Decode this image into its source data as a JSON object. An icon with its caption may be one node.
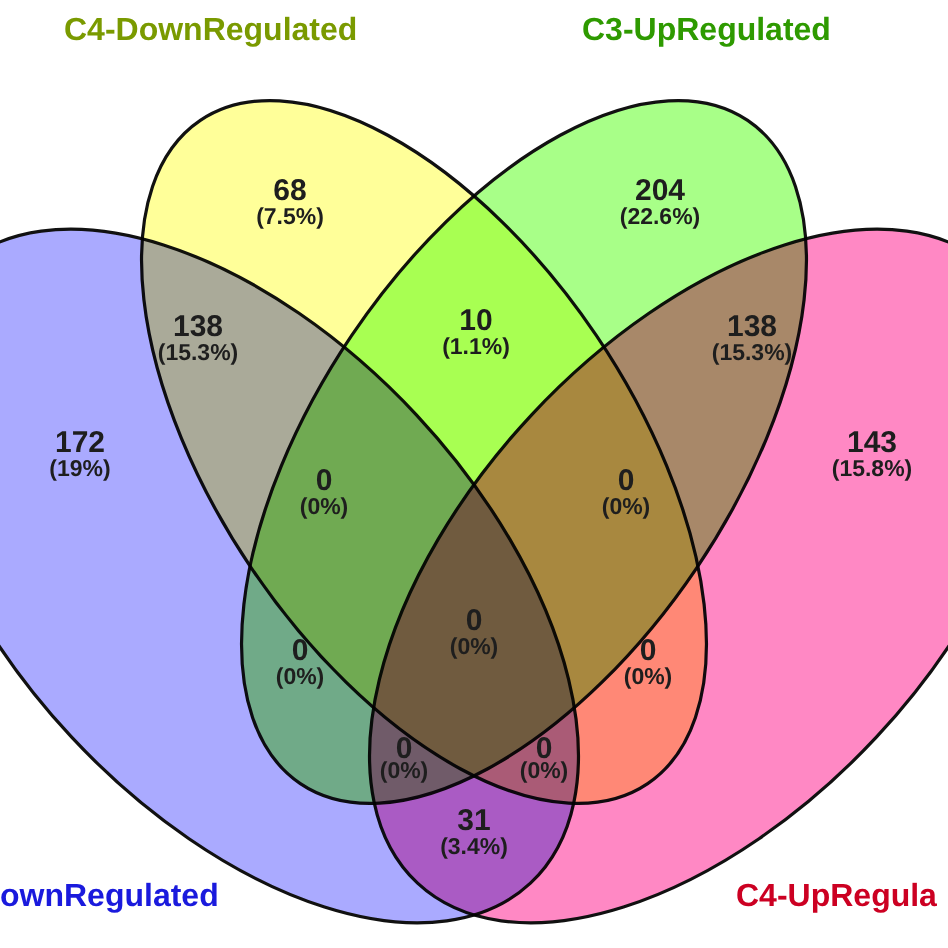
{
  "diagram": {
    "nodes": [
      {
        "text": [
          "C4-DownRegulated"
        ]
      },
      {
        "text": [
          "C3-UpRegulated"
        ]
      },
      {
        "text": [
          "ownRegulated"
        ]
      },
      {
        "text": [
          "C4-UpRegula"
        ]
      }
    ],
    "labels": [
      "68",
      "(7.5%)",
      "204",
      "(22.6%)",
      "10",
      "(1.1%)",
      "138",
      "(15.3%)",
      "138",
      "(15.3%)",
      "172",
      "(19%)",
      "143",
      "(15.8%)",
      "0",
      "(0%)",
      "0",
      "(0%)",
      "0",
      "(0%)",
      "0",
      "(0%)",
      "0",
      "(0%)",
      "0",
      "(0%)",
      "0",
      "(0%)",
      "31",
      "(3.4%)"
    ]
  }
}
